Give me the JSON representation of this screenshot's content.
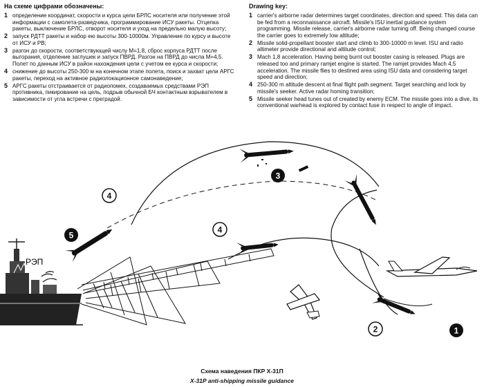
{
  "ru": {
    "title": "На схеме цифрами обозначены:",
    "items": [
      {
        "num": "1",
        "text": "определение координат, скорости и курса цели БРЛС носителя или получение этой информации с самолета-разведчика, программирование ИСУ ракеты. Отцепка ракеты, выключение БРЛС, отворот носителя и уход на предельно малую высоту;"
      },
      {
        "num": "2",
        "text": "запуск РДТТ ракеты и набор ею высоты 300-10000м. Управление по курсу и высоте от ИСУ и РВ;"
      },
      {
        "num": "3",
        "text": "разгон до скорости, соответствующей числу M=1,8, сброс корпуса РДТТ после выгорания, отделение заглушек и запуск ПВРД. Разгон на ПВРД до числа M=4,5. Полет по данным ИСУ в район нахождения цели с учетом ее курса и скорости;"
      },
      {
        "num": "4",
        "text": "снижение до высоты 250-300 м на конечном этапе полета, поиск и захват цели АРГС ракеты, переход на активное радиолокационное самонаведение;"
      },
      {
        "num": "5",
        "text": "АРГС ракеты отстраивается от радиопомех, создаваемых средствами РЭП противника, пикирование на цель, подрыв обычной БЧ контактным взрывателем в зависимости от угла встречи с преградой."
      }
    ]
  },
  "en": {
    "title": "Drawing key:",
    "items": [
      {
        "num": "1",
        "text": "carrier's airborne radar determines target coordinates, direction and speed. This data can be fed from a reconnaissance aircraft. Missile's ISU inertial guidance system programming. Missile release, carrier's airborne radar turning off. Being changed course the carrier goes to extremely low altitude;"
      },
      {
        "num": "2",
        "text": "Missile solid-propellant booster start and climb to 300-10000 m level. ISU and radio altimeter provide directional and altitude control;"
      },
      {
        "num": "3",
        "text": "Mach 1,8 acceleration. Having being burnt out booster casing is released. Plugs are released too and primary ramjet engine is started. The ramjet provides Mach 4,5 acceleration. The missile flies to destined area using ISU data and considering target speed and direction;"
      },
      {
        "num": "4",
        "text": "250-300 m altitude descent at final flight path segment. Target searching and lock by missile's seeker. Active radar homing transition;"
      },
      {
        "num": "5",
        "text": "Missile seeker head tunes out of created by enemy ECM. The missile goes into a dive, its conventional warhead is explored by contact fuse in respect to angle of impact."
      }
    ]
  },
  "diagram": {
    "markers": [
      "1",
      "2",
      "3",
      "4",
      "4",
      "5"
    ],
    "rep_label": "РЭП"
  },
  "caption": {
    "ru": "Схема наведения ПКР Х-31П",
    "en": "X-31P anti-shipping missile guidance"
  }
}
